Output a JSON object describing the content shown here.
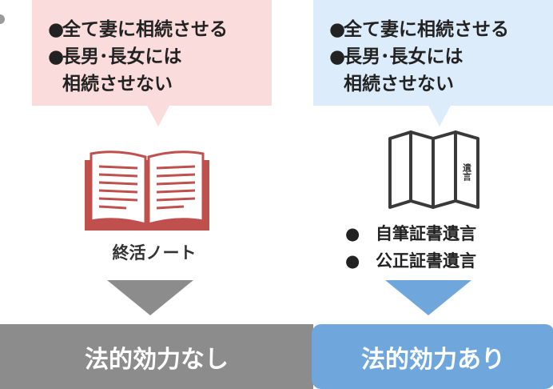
{
  "left": {
    "bubble_items": [
      {
        "bullet": "●",
        "lines": [
          "全て妻に相続させる"
        ]
      },
      {
        "bullet": "●",
        "lines": [
          "長男･長女には",
          "相続させない"
        ]
      }
    ],
    "icon": "open-book-icon",
    "label": "終活ノート",
    "result": "法的効力なし"
  },
  "right": {
    "bubble_items": [
      {
        "bullet": "●",
        "lines": [
          "全て妻に相続させる"
        ]
      },
      {
        "bullet": "●",
        "lines": [
          "長男･長女には",
          "相続させない"
        ]
      }
    ],
    "icon": "folded-will-document-icon",
    "icon_text": "遺言",
    "methods": [
      {
        "bullet": "●",
        "text": "自筆証書遺言"
      },
      {
        "bullet": "●",
        "text": "公正証書遺言"
      }
    ],
    "result": "法的効力あり"
  },
  "colors": {
    "left_bubble": "#fbdcdc",
    "right_bubble": "#dcecfb",
    "book": "#c0504d",
    "arrow_left": "#8c8c8c",
    "arrow_right": "#6fa7dc",
    "result_left": "#8c8c8c",
    "result_right": "#6fa7dc"
  }
}
